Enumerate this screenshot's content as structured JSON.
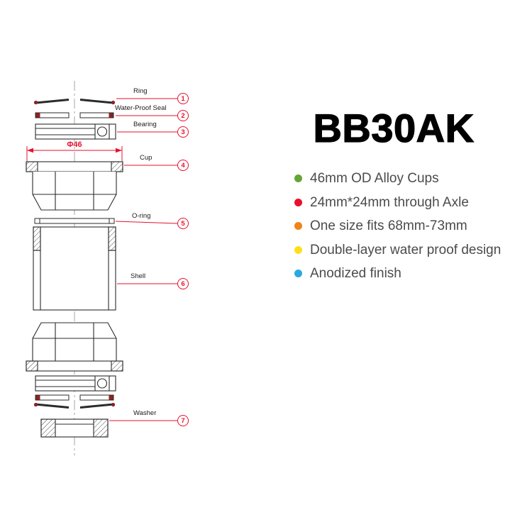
{
  "product": {
    "title": "BB30AK",
    "features": [
      {
        "color": "#64a636",
        "text": "46mm OD Alloy Cups"
      },
      {
        "color": "#e8112d",
        "text": "24mm*24mm through Axle"
      },
      {
        "color": "#ef8318",
        "text": "One size fits 68mm-73mm"
      },
      {
        "color": "#ffdf1b",
        "text": "Double-layer water proof design"
      },
      {
        "color": "#2aa9e0",
        "text": "Anodized finish"
      }
    ]
  },
  "diagram": {
    "dimension_label": "Φ46",
    "accent_color": "#e8112d",
    "parts": [
      {
        "number": "1",
        "name": "Ring"
      },
      {
        "number": "2",
        "name": "Water-Proof Seal"
      },
      {
        "number": "3",
        "name": "Bearing"
      },
      {
        "number": "4",
        "name": "Cup"
      },
      {
        "number": "5",
        "name": "O-ring"
      },
      {
        "number": "6",
        "name": "Shell"
      },
      {
        "number": "7",
        "name": "Washer"
      }
    ]
  }
}
